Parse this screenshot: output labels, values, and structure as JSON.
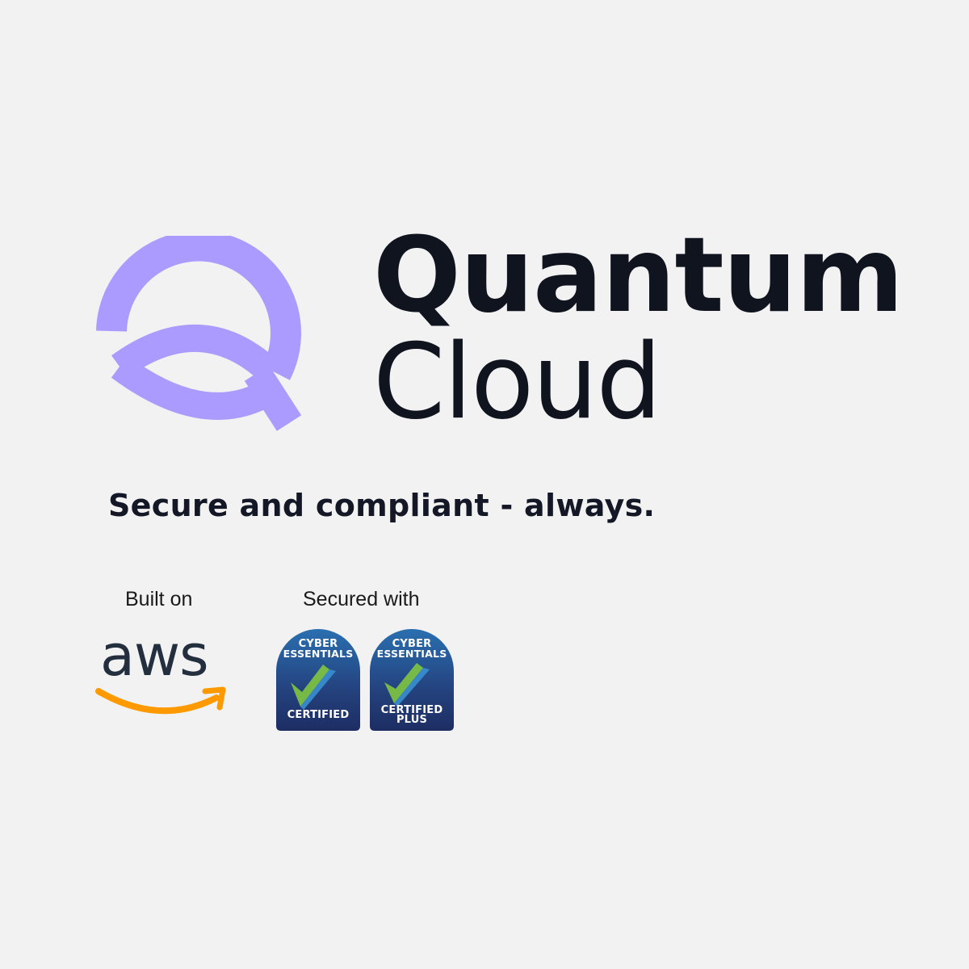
{
  "brand": {
    "name_line1": "Quantum",
    "name_line2": "Cloud",
    "mark_color": "#ab9bff",
    "text_color": "#10141f"
  },
  "tagline": "Secure and compliant - always.",
  "built_on": {
    "label": "Built on",
    "logo_text": "aws",
    "logo_icon": "aws-smile-arrow-icon",
    "text_color": "#232f3e",
    "smile_color": "#ff9900"
  },
  "secured_with": {
    "label": "Secured with",
    "badges": [
      {
        "line1": "CYBER",
        "line2": "ESSENTIALS",
        "status": "CERTIFIED",
        "status2": "",
        "icon": "checkmark-icon"
      },
      {
        "line1": "CYBER",
        "line2": "ESSENTIALS",
        "status": "CERTIFIED",
        "status2": "PLUS",
        "icon": "checkmark-icon"
      }
    ],
    "badge_top_color": "#2a6fb0",
    "badge_bottom_color": "#1d2d63",
    "check_color": "#7bc043"
  },
  "background_color": "#f2f2f2"
}
